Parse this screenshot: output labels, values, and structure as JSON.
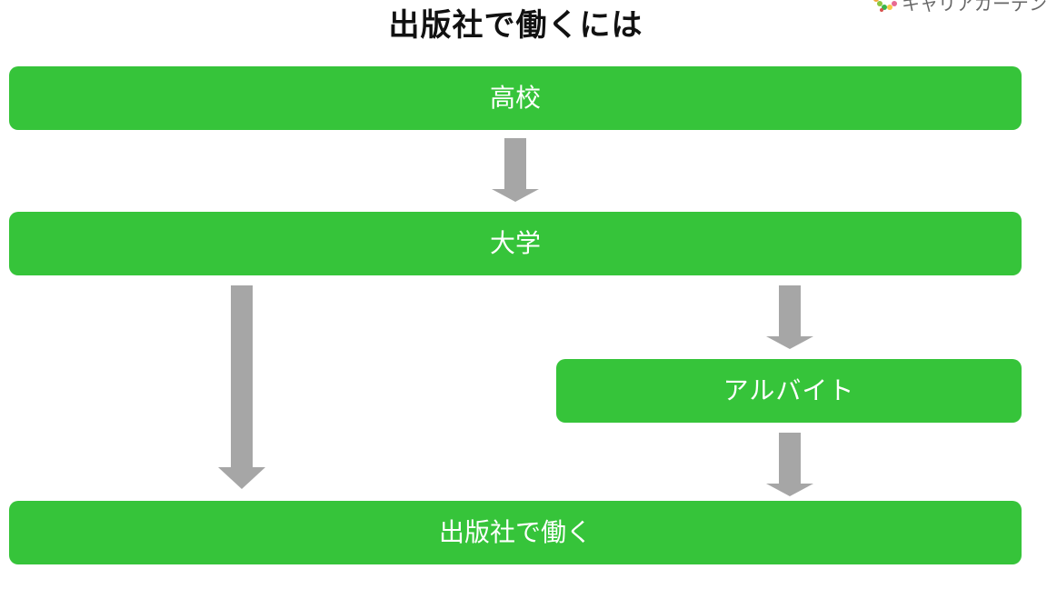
{
  "title": "出版社で働くには",
  "logo": {
    "text": "キャリアガーデン",
    "icon": "leaf-circle-logo"
  },
  "steps": {
    "high_school": "高校",
    "university": "大学",
    "part_time_job": "アルバイト",
    "work_at_publisher": "出版社で働く"
  },
  "colors": {
    "box_fill": "#36c43a",
    "box_text": "#ffffff",
    "arrow": "#a6a6a6",
    "title": "#111111"
  },
  "connections": [
    [
      "high_school",
      "university"
    ],
    [
      "university",
      "work_at_publisher"
    ],
    [
      "university",
      "part_time_job"
    ],
    [
      "part_time_job",
      "work_at_publisher"
    ]
  ]
}
